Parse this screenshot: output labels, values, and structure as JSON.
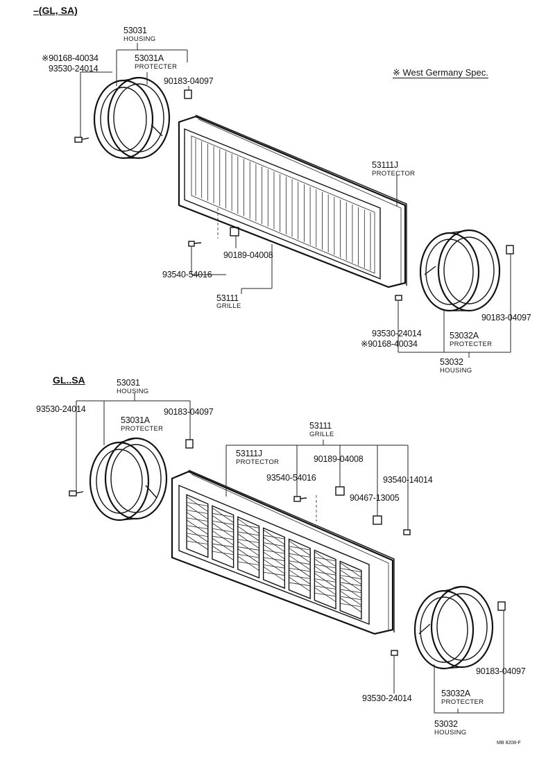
{
  "sections": {
    "top_title": "–(GL, SA)",
    "bottom_title": "GL..SA",
    "spec_note": "※ West Germany Spec."
  },
  "top": {
    "housing_left_pn": "53031",
    "housing_left_name": "HOUSING",
    "screw_ws_pn": "※90168-40034",
    "screw_left_pn": "93530-24014",
    "protecter_left_pn": "53031A",
    "protecter_left_name": "PROTECTER",
    "clip_left_pn": "90183-04097",
    "protector_pn": "53111J",
    "protector_name": "PROTECTOR",
    "clip_mid_pn": "90189-04008",
    "screw_mid_pn": "93540-54016",
    "grille_pn": "53111",
    "grille_name": "GRILLE",
    "screw_right_pn": "93530-24014",
    "screw_ws_right_pn": "※90168-40034",
    "protecter_right_pn": "53032A",
    "protecter_right_name": "PROTECTER",
    "clip_right_pn": "90183-04097",
    "housing_right_pn": "53032",
    "housing_right_name": "HOUSING"
  },
  "bottom": {
    "housing_left_pn": "53031",
    "housing_left_name": "HOUSING",
    "screw_left_pn": "93530-24014",
    "clip_left_pn": "90183-04097",
    "protecter_left_pn": "53031A",
    "protecter_left_name": "PROTECTER",
    "grille_pn": "53111",
    "grille_name": "GRILLE",
    "protector_pn": "53111J",
    "protector_name": "PROTECTOR",
    "clip_mid_pn": "90189-04008",
    "screw_mid_pn": "93540-54016",
    "screw_right_pn": "93540-14014",
    "nut_pn": "90467-13005",
    "clip_right_pn": "90183-04097",
    "screw_right_lower_pn": "93530-24014",
    "protecter_right_pn": "53032A",
    "protecter_right_name": "PROTECTER",
    "housing_right_pn": "53032",
    "housing_right_name": "HOUSING"
  },
  "footer": {
    "code": "MB 8208-F"
  }
}
